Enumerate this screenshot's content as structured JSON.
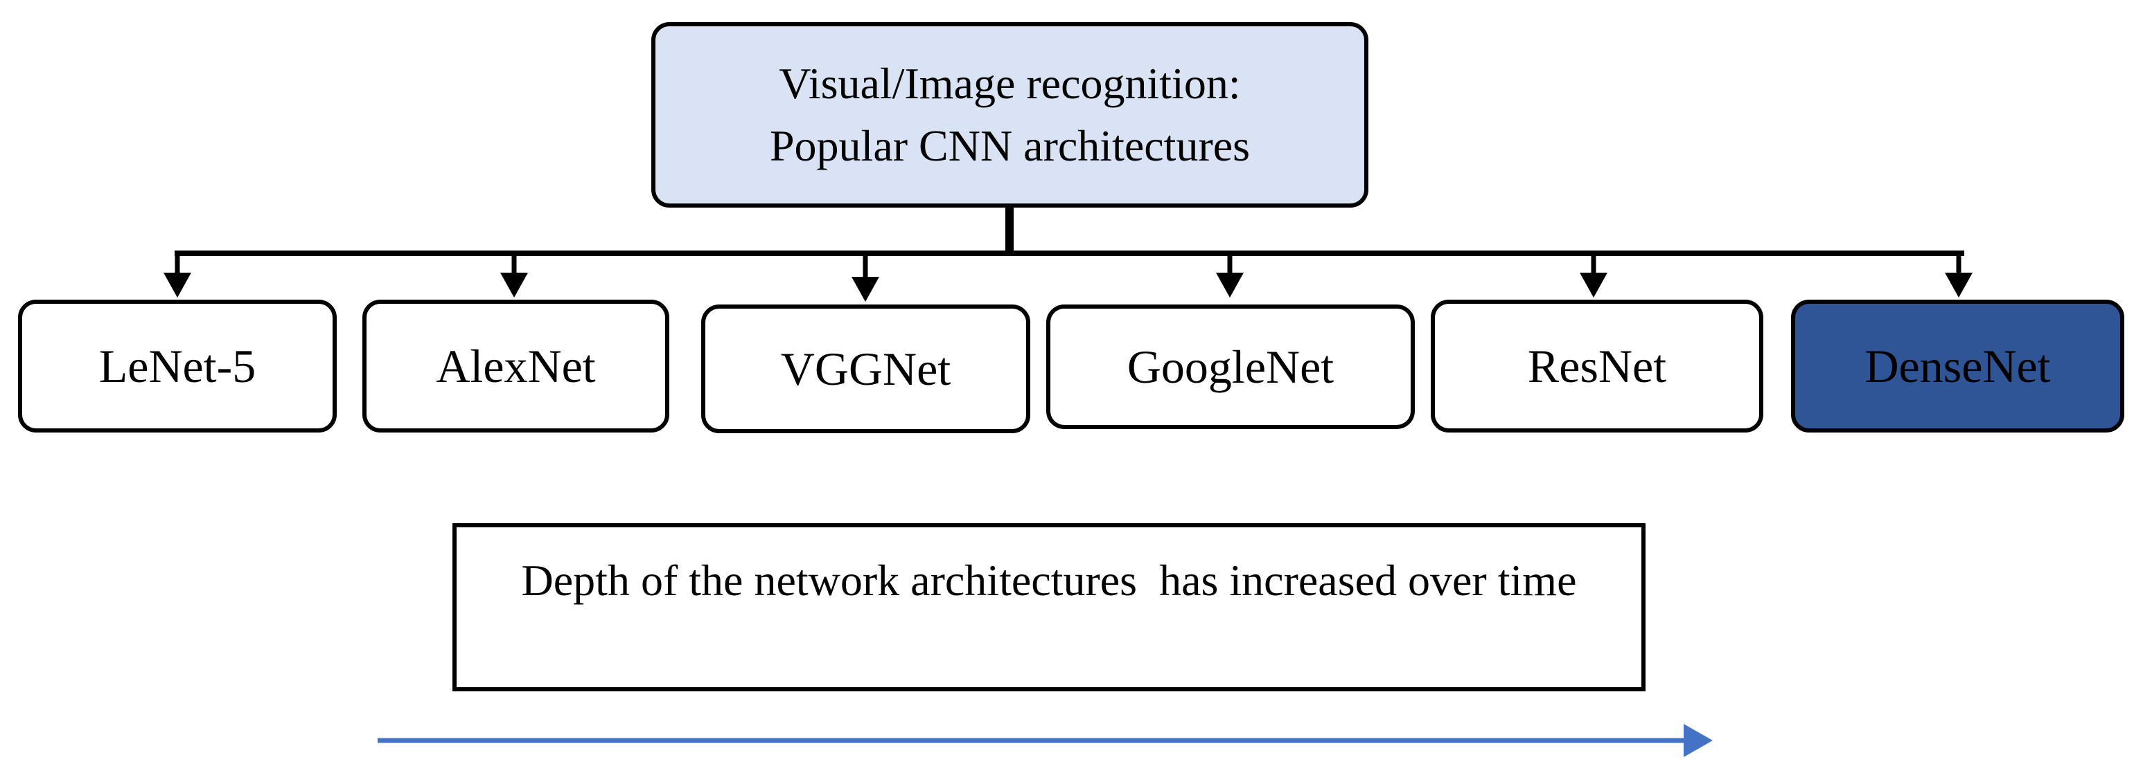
{
  "root": {
    "line1": "Visual/Image recognition:",
    "line2": "Popular CNN architectures"
  },
  "architectures": [
    {
      "label": "LeNet-5"
    },
    {
      "label": "AlexNet"
    },
    {
      "label": "VGGNet"
    },
    {
      "label": "GoogleNet"
    },
    {
      "label": "ResNet"
    },
    {
      "label": "DenseNet",
      "highlighted": true
    }
  ],
  "note": {
    "text": "Depth of the network architectures  has increased over time"
  },
  "colors": {
    "root_fill": "#dae3f3",
    "highlight_fill": "#2f5597",
    "time_arrow": "#4472c4",
    "line": "#000000"
  }
}
